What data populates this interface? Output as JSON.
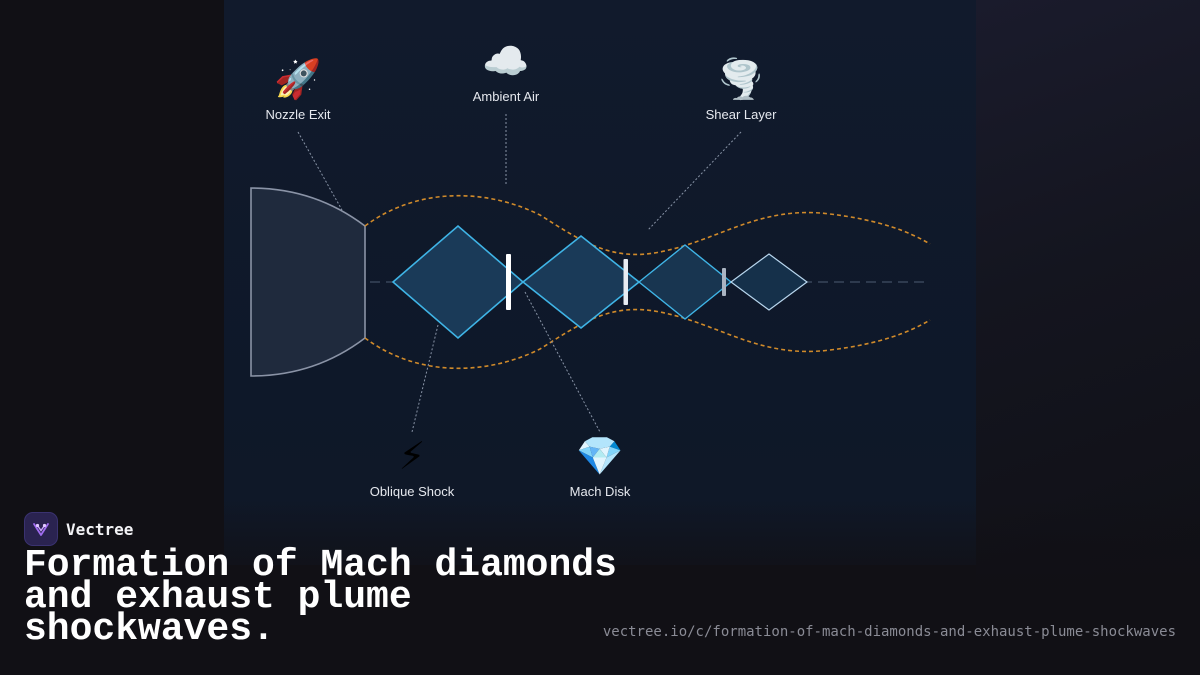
{
  "colors": {
    "background": "#111015",
    "panel": "#0f1a2d",
    "diamond_stroke": "#3fb4e6",
    "diamond_fill": "#1a3a58",
    "plume_boundary": "#d08a2a",
    "nozzle_fill": "#1f2a3d",
    "nozzle_stroke": "#8a93a6",
    "mach_disk": "#ffffff",
    "brand_accent": "#a06cf0"
  },
  "diagram": {
    "labels": {
      "nozzle_exit": {
        "icon": "rocket-icon",
        "emoji": "🚀",
        "text": "Nozzle Exit"
      },
      "ambient_air": {
        "icon": "cloud-icon",
        "emoji": "☁️",
        "text": "Ambient Air"
      },
      "shear_layer": {
        "icon": "tornado-icon",
        "emoji": "🌪️",
        "text": "Shear Layer"
      },
      "oblique_shock": {
        "icon": "lightning-icon",
        "emoji": "⚡",
        "text": "Oblique Shock"
      },
      "mach_disk": {
        "icon": "gem-icon",
        "emoji": "💎",
        "text": "Mach Disk"
      }
    },
    "shock_cells": 4,
    "mach_disks": 3
  },
  "brand": {
    "name": "Vectree",
    "icon": "vectree-logo-icon"
  },
  "title": "Formation of Mach diamonds and exhaust plume shockwaves.",
  "url": "vectree.io/c/formation-of-mach-diamonds-and-exhaust-plume-shockwaves"
}
